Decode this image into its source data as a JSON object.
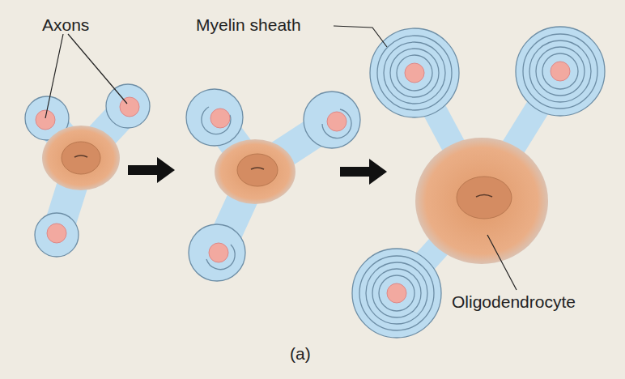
{
  "diagram": {
    "labels": [
      "Axons",
      "Myelin sheath",
      "Oligodendrocyte",
      "(a)"
    ]
  }
}
